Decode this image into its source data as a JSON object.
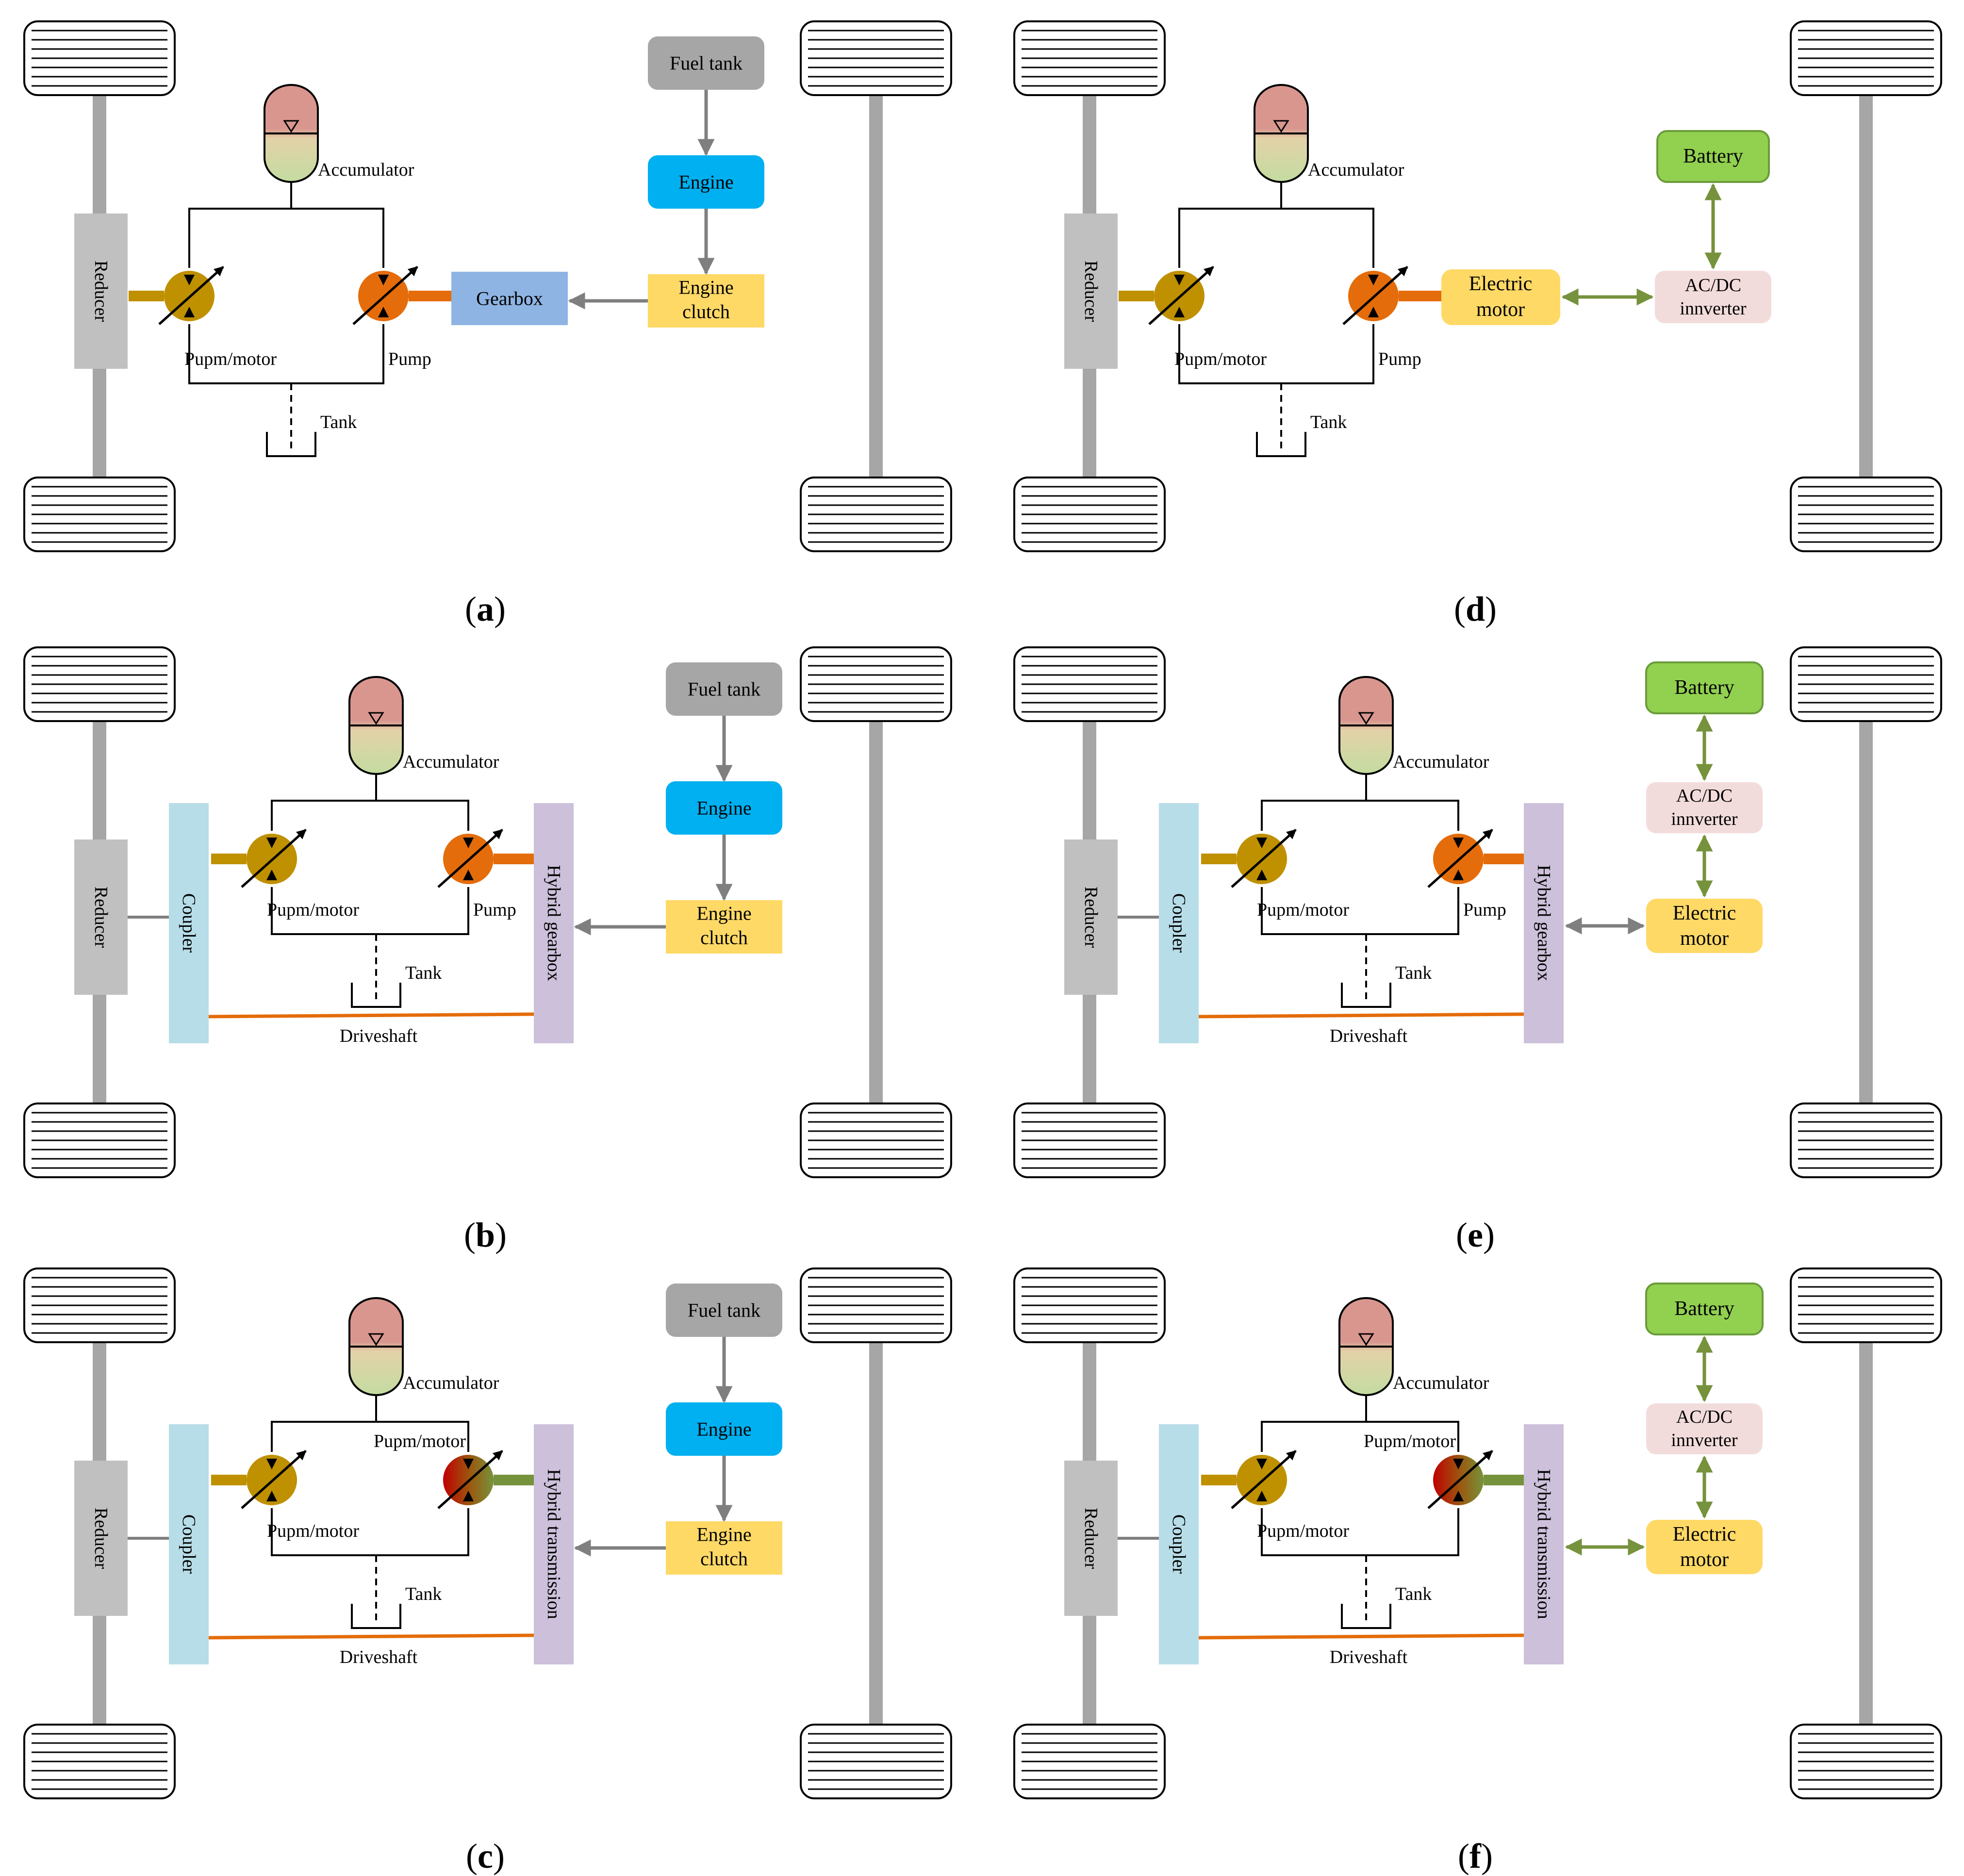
{
  "panels": [
    {
      "id": "a",
      "caption": "a",
      "variant": "engine",
      "topology": "simple",
      "labels": {
        "reducer": "Reducer",
        "accumulator": "Accumulator",
        "unit_left": "Pupm/motor",
        "unit_right": "Pump",
        "tank": "Tank",
        "gearbox": "Gearbox",
        "src_top": "Fuel tank",
        "src_mid": "Engine",
        "src_low": [
          "Engine",
          "clutch"
        ]
      }
    },
    {
      "id": "b",
      "caption": "b",
      "variant": "engine",
      "topology": "coupled",
      "labels": {
        "reducer": "Reducer",
        "coupler": "Coupler",
        "accumulator": "Accumulator",
        "unit_left": "Pupm/motor",
        "unit_right": "Pump",
        "tank": "Tank",
        "driveshaft": "Driveshaft",
        "trans": "Hybrid gearbox",
        "src_top": "Fuel tank",
        "src_mid": "Engine",
        "src_low": [
          "Engine",
          "clutch"
        ]
      }
    },
    {
      "id": "c",
      "caption": "c",
      "variant": "engine",
      "topology": "coupled-dual",
      "labels": {
        "reducer": "Reducer",
        "coupler": "Coupler",
        "accumulator": "Accumulator",
        "unit_left": "Pupm/motor",
        "unit_right": "Pupm/motor",
        "tank": "Tank",
        "driveshaft": "Driveshaft",
        "trans": "Hybrid transmission",
        "src_top": "Fuel tank",
        "src_mid": "Engine",
        "src_low": [
          "Engine",
          "clutch"
        ]
      }
    },
    {
      "id": "d",
      "caption": "d",
      "variant": "electric",
      "topology": "simple",
      "labels": {
        "reducer": "Reducer",
        "accumulator": "Accumulator",
        "unit_left": "Pupm/motor",
        "unit_right": "Pump",
        "tank": "Tank",
        "motor": [
          "Electric",
          "motor"
        ],
        "inverter": [
          "AC/DC",
          "innverter"
        ],
        "battery": "Battery"
      }
    },
    {
      "id": "e",
      "caption": "e",
      "variant": "electric",
      "topology": "coupled",
      "labels": {
        "reducer": "Reducer",
        "coupler": "Coupler",
        "accumulator": "Accumulator",
        "unit_left": "Pupm/motor",
        "unit_right": "Pump",
        "tank": "Tank",
        "driveshaft": "Driveshaft",
        "trans": "Hybrid gearbox",
        "battery": "Battery",
        "inverter": [
          "AC/DC",
          "innverter"
        ],
        "motor": [
          "Electric",
          "motor"
        ]
      }
    },
    {
      "id": "f",
      "caption": "f",
      "variant": "electric",
      "topology": "coupled-dual",
      "labels": {
        "reducer": "Reducer",
        "coupler": "Coupler",
        "accumulator": "Accumulator",
        "unit_left": "Pupm/motor",
        "unit_right": "Pupm/motor",
        "tank": "Tank",
        "driveshaft": "Driveshaft",
        "trans": "Hybrid transmission",
        "battery": "Battery",
        "inverter": [
          "AC/DC",
          "innverter"
        ],
        "motor": [
          "Electric",
          "motor"
        ]
      }
    }
  ],
  "colors": {
    "axle": "#a6a6a6",
    "reducer": "#c0c0c0",
    "coupler": "#b7dde8",
    "transmission": "#ccc0da",
    "gearbox": "#8eb4e3",
    "fuel_tank": "#a6a6a6",
    "engine": "#00b0f0",
    "clutch": "#ffd966",
    "battery": "#92d050",
    "inverter": "#f2dcdb",
    "motor": "#ffd966",
    "pump_motor": "#bf9000",
    "pump": "#e46c0a",
    "driveshaft": "#e46c0a",
    "electric_link": "#76923c",
    "mech_link": "#7f7f7f",
    "hydraulic_line": "#000000"
  }
}
